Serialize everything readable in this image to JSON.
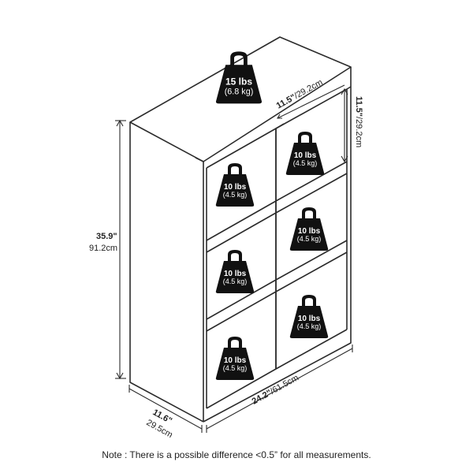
{
  "dimensions": {
    "height_in": "35.9\"",
    "height_cm": "91.2cm",
    "depth_in": "11.6\"",
    "depth_cm": "29.5cm",
    "width_in": "24.2\"",
    "width_cm": "/61.5cm",
    "cube_depth_in": "11.5\"",
    "cube_depth_cm": "/29.2cm",
    "cube_height_in": "11.5\"",
    "cube_height_cm": "/29.2cm"
  },
  "weights": {
    "top": {
      "lbs": "15 lbs",
      "kg": "(6.8 kg)"
    },
    "cube": {
      "lbs": "10 lbs",
      "kg": "(4.5 kg)"
    }
  },
  "note": "Note : There is a possible difference <0.5” for all measurements."
}
